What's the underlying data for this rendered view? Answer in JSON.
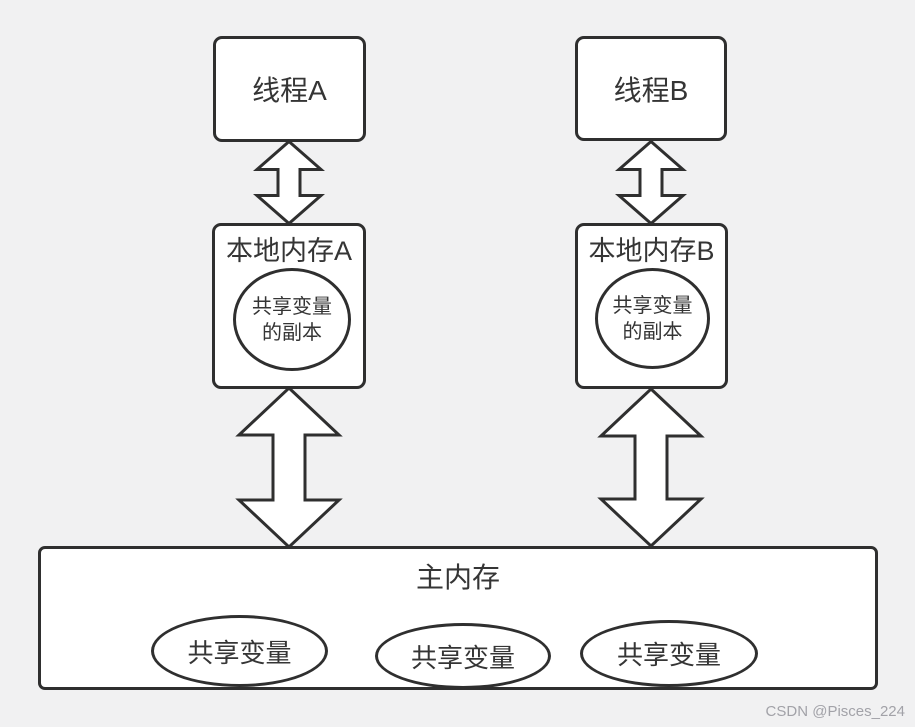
{
  "diagram": {
    "thread_a": {
      "label": "线程A"
    },
    "thread_b": {
      "label": "线程B"
    },
    "local_memory_a": {
      "title": "本地内存A",
      "copy_line1": "共享变量",
      "copy_line2": "的副本"
    },
    "local_memory_b": {
      "title": "本地内存B",
      "copy_line1": "共享变量",
      "copy_line2": "的副本"
    },
    "main_memory": {
      "title": "主内存",
      "shared_vars": [
        "共享变量",
        "共享变量",
        "共享变量"
      ]
    }
  },
  "colors": {
    "background": "#f1f1f2",
    "node_fill": "#ffffff",
    "stroke": "#2f2f2f",
    "text": "#353535",
    "watermark": "#a2a2a8"
  },
  "watermark": "CSDN @Pisces_224"
}
